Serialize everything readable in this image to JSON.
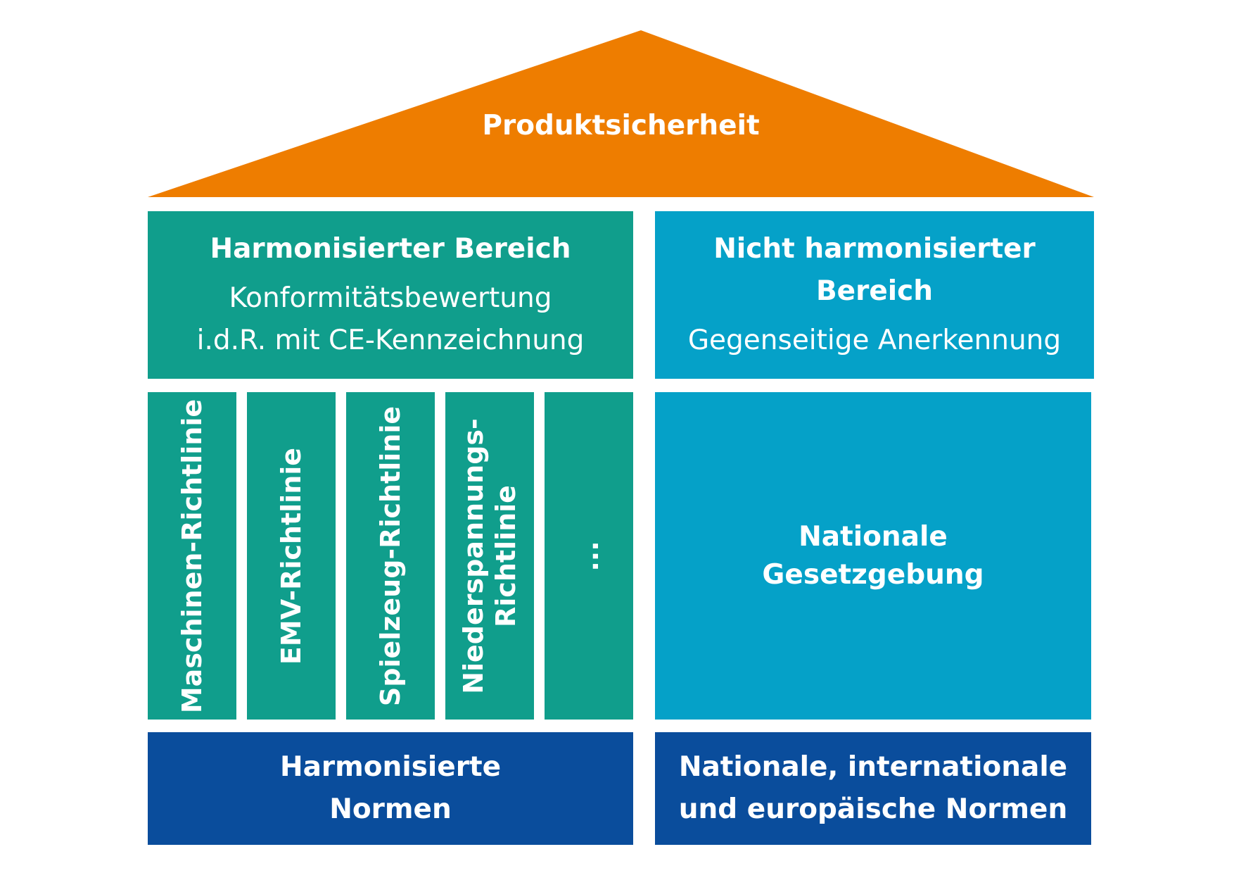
{
  "roof": {
    "title": "Produktsicherheit",
    "color": "#ee7d00"
  },
  "harmonised": {
    "title": "Harmonisierter Bereich",
    "subtitle": "Konformitätsbewertung\ni.d.R. mit CE-Kennzeichnung",
    "color": "#109e8c"
  },
  "non_harmonised": {
    "title": "Nicht harmonisierter\nBereich",
    "subtitle": "Gegenseitige Anerkennung",
    "color": "#05a1c8"
  },
  "pillars": [
    {
      "label": "Maschinen-Richtlinie"
    },
    {
      "label": "EMV-Richtlinie"
    },
    {
      "label": "Spielzeug-Richtlinie"
    },
    {
      "label": "Niederspannungs-\nRichtlinie"
    },
    {
      "label": "..."
    }
  ],
  "national_law": {
    "label": "Nationale\nGesetzgebung"
  },
  "foundations": {
    "left": "Harmonisierte\nNormen",
    "right": "Nationale, internationale\nund europäische Normen",
    "color": "#0a4d9c"
  }
}
